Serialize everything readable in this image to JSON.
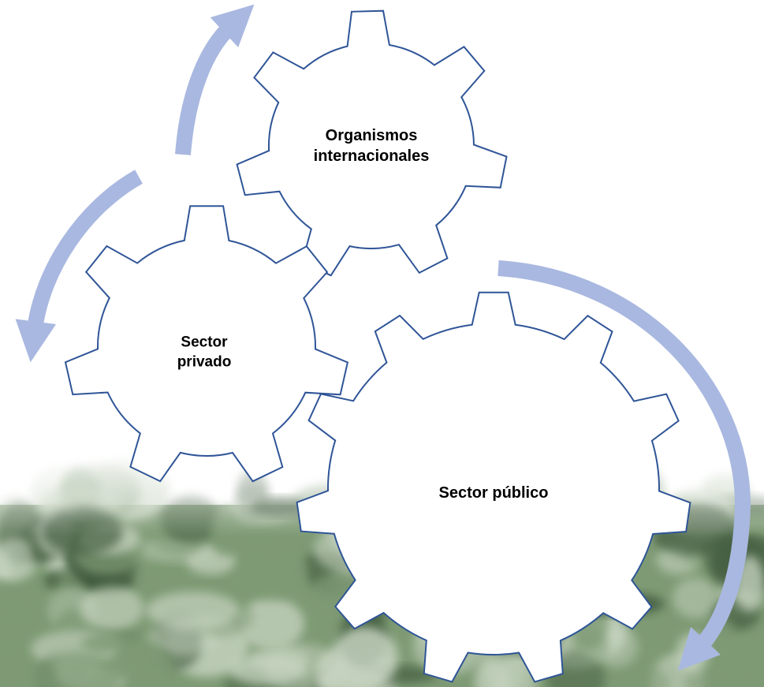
{
  "diagram": {
    "colors": {
      "gear_fill": "#ffffff",
      "gear_stroke": "#2f5597",
      "arrow": "#a9b8e0",
      "forest_dark": "#3f5a3c",
      "forest_mid": "#7e9a74",
      "forest_light": "#c9d6c3"
    },
    "gears": [
      {
        "id": "organismos",
        "teeth": 7,
        "lines": [
          "Organismos",
          "internacionales"
        ]
      },
      {
        "id": "privado",
        "teeth": 7,
        "lines": [
          "Sector",
          "privado"
        ]
      },
      {
        "id": "publico",
        "teeth": 11,
        "lines": [
          "Sector público"
        ]
      }
    ],
    "arrows": [
      {
        "id": "arrow-top",
        "direction": "clockwise"
      },
      {
        "id": "arrow-left",
        "direction": "counter-clockwise"
      },
      {
        "id": "arrow-right",
        "direction": "clockwise"
      }
    ],
    "background": "forest-photo"
  }
}
